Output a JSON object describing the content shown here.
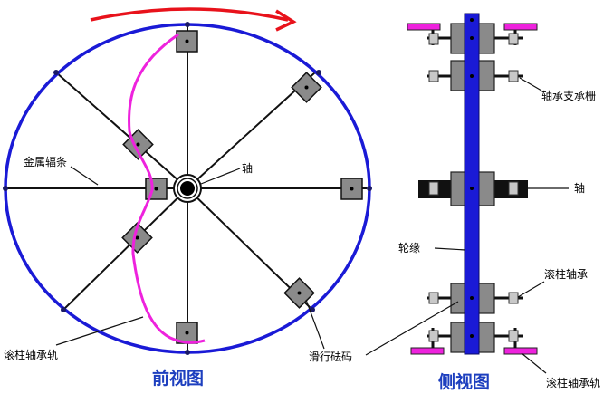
{
  "front_view": {
    "title": "前视图",
    "labels": {
      "spoke": "金属辐条",
      "axle": "轴",
      "roller_track": "滚柱轴承轨",
      "sliding_weight": "滑行砝码"
    }
  },
  "side_view": {
    "title": "侧视图",
    "labels": {
      "bearing_grid": "轴承支承栅",
      "axle": "轴",
      "rim": "轮缘",
      "roller_bearing": "滚柱轴承",
      "roller_track": "滚柱轴承轨"
    }
  },
  "colors": {
    "wheel_rim": "#1a1ad6",
    "rotation_arrow": "#e8121b",
    "roller_track": "#ee22dd",
    "title_text": "#1d3fbf",
    "weight_block": "#8a8a8a",
    "side_shaft": "#1a1ad6"
  },
  "icons": {
    "rotation_direction": "clockwise-arrow-icon"
  }
}
